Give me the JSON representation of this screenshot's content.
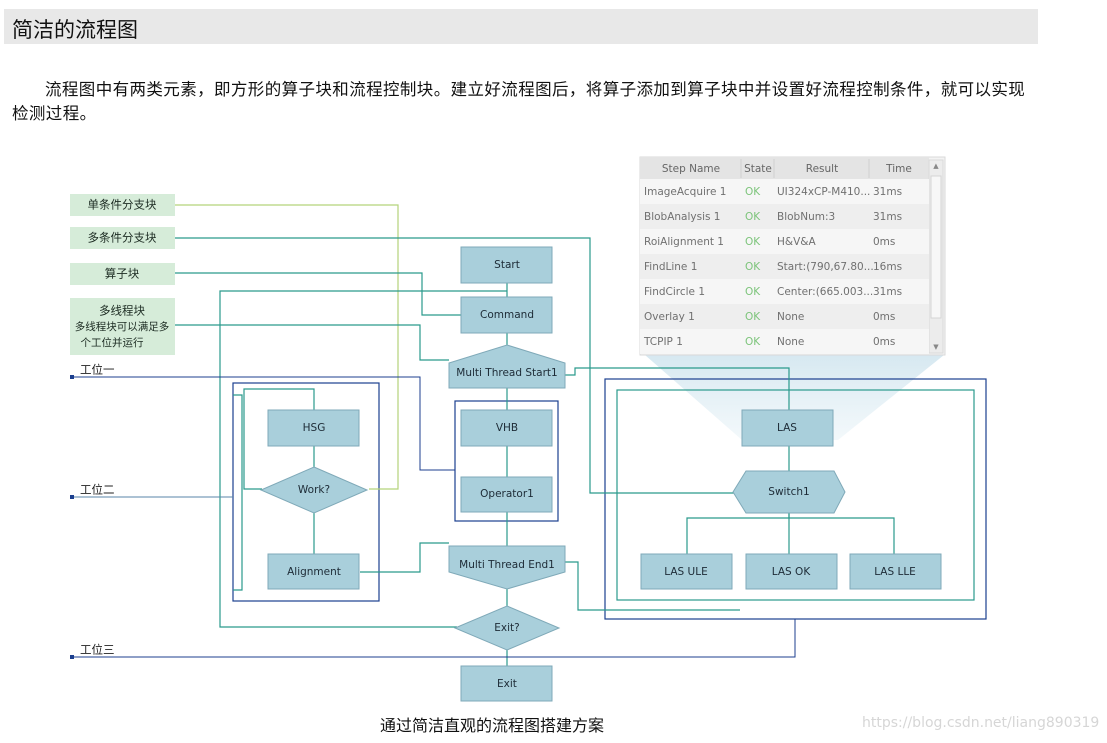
{
  "heading": "简洁的流程图",
  "description": "流程图中有两类元素，即方形的算子块和流程控制块。建立好流程图后，将算子添加到算子块中并设置好流程控制条件，就可以实现检测过程。",
  "caption": "通过简洁直观的流程图搭建方案",
  "watermark": "https://blog.csdn.net/liang890319",
  "legend": {
    "single_branch": "单条件分支块",
    "multi_branch": "多条件分支块",
    "operator_block": "算子块",
    "multithread_title": "多线程块",
    "multithread_desc_1": "多线程块可以满足多",
    "multithread_desc_2": "个工位并运行"
  },
  "stations": {
    "s1": "工位一",
    "s2": "工位二",
    "s3": "工位三"
  },
  "nodes": {
    "start": "Start",
    "command": "Command",
    "mt_start": "Multi Thread Start1",
    "hsg": "HSG",
    "work": "Work?",
    "alignment": "Alignment",
    "vhb": "VHB",
    "operator1": "Operator1",
    "mt_end": "Multi Thread End1",
    "exit_q": "Exit?",
    "exit": "Exit",
    "las": "LAS",
    "switch1": "Switch1",
    "las_ule": "LAS ULE",
    "las_ok": "LAS OK",
    "las_lle": "LAS LLE"
  },
  "colors": {
    "node_fill": "#a9cfdb",
    "legend_fill": "#d6ecd9",
    "line_green": "#b5d37a",
    "line_teal": "#2a9a8c",
    "line_blue": "#1c3f8f",
    "station_line": "#5a86a8",
    "ok_green": "#7cc47a"
  },
  "results_table": {
    "headers": [
      "Step Name",
      "State",
      "Result",
      "Time"
    ],
    "rows": [
      {
        "step": "ImageAcquire 1",
        "state": "OK",
        "result": "UI324xCP-M410...",
        "time": "31ms"
      },
      {
        "step": "BlobAnalysis 1",
        "state": "OK",
        "result": "BlobNum:3",
        "time": "31ms"
      },
      {
        "step": "RoiAlignment 1",
        "state": "OK",
        "result": "H&V&A",
        "time": "0ms"
      },
      {
        "step": "FindLine 1",
        "state": "OK",
        "result": "Start:(790,67.80...",
        "time": "16ms"
      },
      {
        "step": "FindCircle 1",
        "state": "OK",
        "result": "Center:(665.003...",
        "time": "31ms"
      },
      {
        "step": "Overlay 1",
        "state": "OK",
        "result": "None",
        "time": "0ms"
      },
      {
        "step": "TCPIP 1",
        "state": "OK",
        "result": "None",
        "time": "0ms"
      }
    ]
  }
}
